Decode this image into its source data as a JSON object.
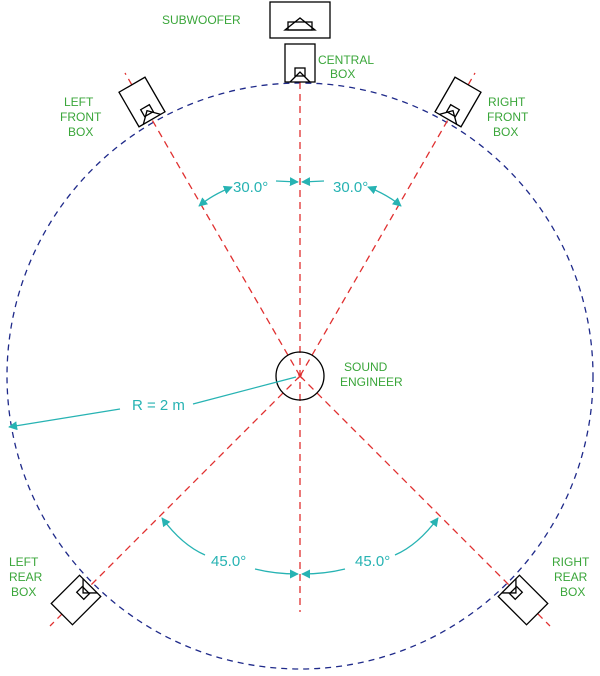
{
  "labels": {
    "subwoofer": "SUBWOOFER",
    "central_1": "CENTRAL",
    "central_2": "BOX",
    "left_front_1": "LEFT",
    "left_front_2": "FRONT",
    "left_front_3": "BOX",
    "right_front_1": "RIGHT",
    "right_front_2": "FRONT",
    "right_front_3": "BOX",
    "engineer_1": "SOUND",
    "engineer_2": "ENGINEER",
    "left_rear_1": "LEFT",
    "left_rear_2": "REAR",
    "left_rear_3": "BOX",
    "right_rear_1": "RIGHT",
    "right_rear_2": "REAR",
    "right_rear_3": "BOX"
  },
  "dimensions": {
    "front_left_angle": "30.0°",
    "front_right_angle": "30.0°",
    "rear_left_angle": "45.0°",
    "rear_right_angle": "45.0°",
    "radius": "R = 2 m"
  },
  "colors": {
    "circle": "#1f2a8a",
    "axis_lines": "#e03030",
    "dimension": "#27b3b3",
    "labels": "#3aa63a",
    "outline": "#000000"
  }
}
